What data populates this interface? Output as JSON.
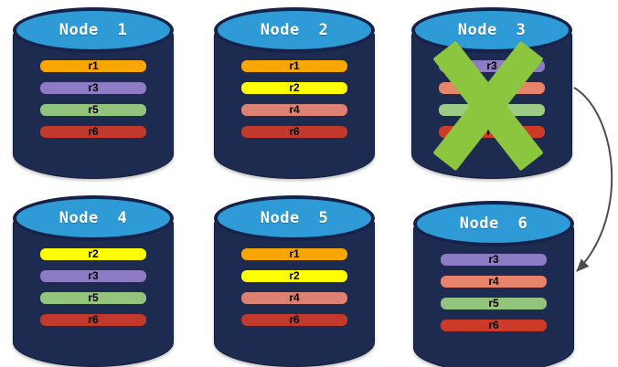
{
  "nodes": [
    {
      "title": "Node 1",
      "failed": false,
      "rows": [
        {
          "label": "r1",
          "color": "#F9A602"
        },
        {
          "label": "r3",
          "color": "#8D7CC4"
        },
        {
          "label": "r5",
          "color": "#93C47D"
        },
        {
          "label": "r6",
          "color": "#C0392B"
        }
      ]
    },
    {
      "title": "Node 2",
      "failed": false,
      "rows": [
        {
          "label": "r1",
          "color": "#F9A602"
        },
        {
          "label": "r2",
          "color": "#FFFF00"
        },
        {
          "label": "r4",
          "color": "#DD8273"
        },
        {
          "label": "r6",
          "color": "#C0392B"
        }
      ]
    },
    {
      "title": "Node 3",
      "failed": true,
      "rows": [
        {
          "label": "r3",
          "color": "#8D7CC4"
        },
        {
          "label": "r4",
          "color": "#E8836B"
        },
        {
          "label": "r5",
          "color": "#9CCB86"
        },
        {
          "label": "r6",
          "color": "#CC3A28"
        }
      ]
    },
    {
      "title": "Node 4",
      "failed": false,
      "rows": [
        {
          "label": "r2",
          "color": "#FFFF00"
        },
        {
          "label": "r3",
          "color": "#8D7CC4"
        },
        {
          "label": "r5",
          "color": "#93C47D"
        },
        {
          "label": "r6",
          "color": "#C0392B"
        }
      ]
    },
    {
      "title": "Node 5",
      "failed": false,
      "rows": [
        {
          "label": "r1",
          "color": "#F9A602"
        },
        {
          "label": "r2",
          "color": "#FFFF00"
        },
        {
          "label": "r4",
          "color": "#DD8273"
        },
        {
          "label": "r6",
          "color": "#C0392B"
        }
      ]
    },
    {
      "title": "Node 6",
      "failed": false,
      "rows": [
        {
          "label": "r3",
          "color": "#8D7CC4"
        },
        {
          "label": "r4",
          "color": "#E8836B"
        },
        {
          "label": "r5",
          "color": "#93C47D"
        },
        {
          "label": "r6",
          "color": "#CC3A28"
        }
      ]
    }
  ],
  "x_mark": {
    "over": "Node 3",
    "color": "#8CC63F"
  },
  "arrow": {
    "from": "Node 3",
    "to": "Node 6",
    "color": "#4D4D4D"
  },
  "colors": {
    "cylinder_body": "#1E2B50",
    "cylinder_top": "#2E9BD6",
    "cylinder_rim": "#15224A",
    "title_text": "#FFFFFF",
    "row_text": "#000000",
    "background": "#FFFFFF"
  }
}
